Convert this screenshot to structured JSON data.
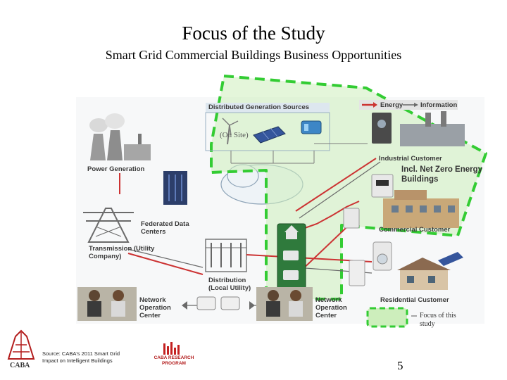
{
  "slide": {
    "title": "Focus of the Study",
    "subtitle": "Smart Grid Commercial Buildings Business Opportunities",
    "page_number": "5"
  },
  "diagram": {
    "labels": {
      "distributed_generation": "Distributed Generation Sources",
      "on_site": "(On Site)",
      "energy": "Energy",
      "information": "Information",
      "power_generation": "Power Generation",
      "industrial_customer": "Industrial Customer",
      "net_zero": "Incl. Net Zero Energy Buildings",
      "federated_data_centers": "Federated Data Centers",
      "commercial_customer": "Commercial Customer",
      "transmission": "Transmission (Utility Company)",
      "distribution": "Distribution (Local Utility)",
      "residential_customer": "Residential Customer",
      "noc_left": "Network Operation Center",
      "noc_right": "Network Operation Center"
    },
    "colors": {
      "focus_border": "#33cc33",
      "focus_fill": "#c8f0b4",
      "energy_arrow": "#cc3333",
      "information_arrow": "#6a6a6a"
    },
    "legend": {
      "focus_label": "Focus of this study"
    }
  },
  "footer": {
    "source": "Source: CABA's 2011 Smart Grid Impact on Intelligent Buildings",
    "caba_logo": "CABA",
    "program_logo": "CABA RESEARCH PROGRAM"
  }
}
